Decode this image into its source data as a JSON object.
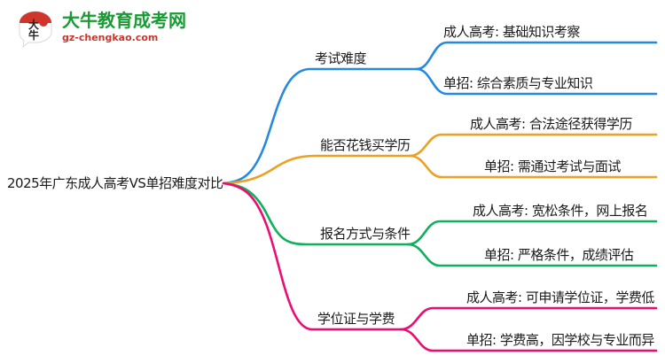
{
  "logo": {
    "mark_text": "大牛",
    "title": "大牛教育成考网",
    "subtitle": "gz-chengkao.com",
    "title_color": "#1a9a34",
    "subtitle_color": "#c8352c",
    "mark_color": "#d0352b"
  },
  "mindmap": {
    "root": "2025年广东成人高考VS单招难度对比",
    "branches": [
      {
        "label": "考试难度",
        "color": "#2489e0",
        "children": [
          "成人高考: 基础知识考察",
          "单招: 综合素质与专业知识"
        ]
      },
      {
        "label": "能否花钱买学历",
        "color": "#eda122",
        "children": [
          "成人高考: 合法途径获得学历",
          "单招: 需通过考试与面试"
        ]
      },
      {
        "label": "报名方式与条件",
        "color": "#0fb15c",
        "children": [
          "成人高考: 宽松条件，网上报名",
          "单招: 严格条件，成绩评估"
        ]
      },
      {
        "label": "学位证与学费",
        "color": "#ec0d72",
        "children": [
          "成人高考: 可申请学位证，学费低",
          "单招: 学费高，因学校与专业而异"
        ]
      }
    ]
  }
}
